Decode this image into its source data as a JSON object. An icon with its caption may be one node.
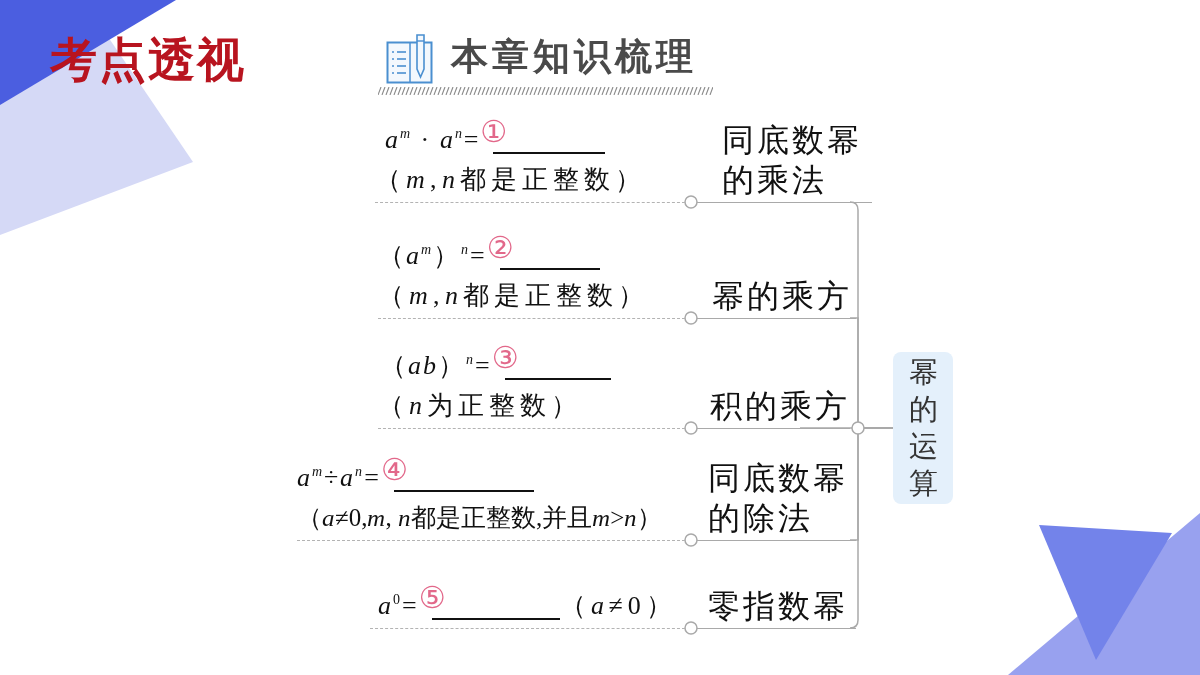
{
  "diagram": {
    "title": "本章知识梳理",
    "nodes": [
      {
        "text": [
          "幂的运算"
        ]
      },
      {
        "text": [
          "同底数幂的乘法"
        ]
      },
      {
        "text": [
          "a$^{m}$ · a$^{n}$=",
          "①",
          "（m,n都是正整数）"
        ]
      },
      {
        "text": [
          "幂的乘方"
        ]
      },
      {
        "text": [
          "（a$^{m}$）$^{n}$=",
          "②",
          "（m,n都是正整数）"
        ]
      },
      {
        "text": [
          "积的乘方"
        ]
      },
      {
        "text": [
          "（ab）$^{n}$=",
          "③",
          "（n为正整数）"
        ]
      },
      {
        "text": [
          "同底数幂的除法"
        ]
      },
      {
        "text": [
          "a$^{m}$÷a$^{n}$=",
          "④",
          "（a≠0,m, n都是正整数,并且m>n）"
        ]
      },
      {
        "text": [
          "零指数幂"
        ]
      },
      {
        "text": [
          "a$^{0}$=",
          "⑤",
          "（a≠0）"
        ]
      }
    ],
    "edges": [
      {
        "from": 0,
        "to": 1,
        "arrow": "none"
      },
      {
        "from": 0,
        "to": 3,
        "arrow": "none"
      },
      {
        "from": 0,
        "to": 5,
        "arrow": "none"
      },
      {
        "from": 0,
        "to": 7,
        "arrow": "none"
      },
      {
        "from": 0,
        "to": 9,
        "arrow": "none"
      },
      {
        "from": 1,
        "to": 2,
        "arrow": "none"
      },
      {
        "from": 3,
        "to": 4,
        "arrow": "none"
      },
      {
        "from": 5,
        "to": 6,
        "arrow": "none"
      },
      {
        "from": 7,
        "to": 8,
        "arrow": "none"
      },
      {
        "from": 9,
        "to": 10,
        "arrow": "none"
      }
    ],
    "labels": [
      "考点透视"
    ]
  }
}
